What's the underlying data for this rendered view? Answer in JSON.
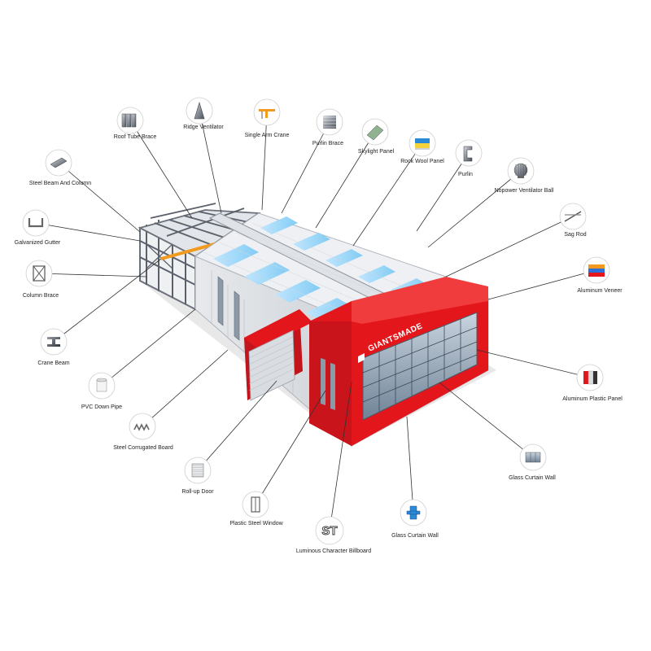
{
  "brand": {
    "sign_text": "GIANTSMADE",
    "accent_color": "#e3161b"
  },
  "components": [
    {
      "id": "roof-tube-brace",
      "label": "Roof Tube Brace",
      "icon": "steel-tube-icon"
    },
    {
      "id": "ridge-ventilator",
      "label": "Ridge Ventilator",
      "icon": "ridge-vent-icon"
    },
    {
      "id": "single-arm-crane",
      "label": "Single Arm Crane",
      "icon": "crane-icon"
    },
    {
      "id": "purlin-brace",
      "label": "Purlin Brace",
      "icon": "purlin-brace-icon"
    },
    {
      "id": "skylight-panel",
      "label": "Skylight Panel",
      "icon": "skylight-panel-icon"
    },
    {
      "id": "rock-wool-panel",
      "label": "Rock Wool Panel",
      "icon": "rock-wool-panel-icon"
    },
    {
      "id": "purlin",
      "label": "Purlin",
      "icon": "purlin-icon"
    },
    {
      "id": "nopower-ventilator-ball",
      "label": "Nopower Ventilator Ball",
      "icon": "ventilator-ball-icon"
    },
    {
      "id": "sag-rod",
      "label": "Sag Rod",
      "icon": "sag-rod-icon"
    },
    {
      "id": "aluminum-veneer",
      "label": "Aluminum Veneer",
      "icon": "aluminum-veneer-icon"
    },
    {
      "id": "aluminum-plastic-panel",
      "label": "Aluminum Plastic Panel",
      "icon": "aluminum-plastic-panel-icon"
    },
    {
      "id": "glass-curtain-wall-1",
      "label": "Glass Curtain Wall",
      "icon": "glass-curtain-wall-icon"
    },
    {
      "id": "glass-curtain-wall-2",
      "label": "Glass Curtain Wall",
      "icon": "curtain-wall-profile-icon"
    },
    {
      "id": "luminous-character-billboard",
      "label": "Luminous Character Billboard",
      "icon": "character-billboard-icon"
    },
    {
      "id": "plastic-steel-window",
      "label": "Plastic Steel Window",
      "icon": "window-frame-icon"
    },
    {
      "id": "roll-up-door",
      "label": "Roll-up Door",
      "icon": "roll-up-door-icon"
    },
    {
      "id": "steel-corrugated-board",
      "label": "Steel Corrugated Board",
      "icon": "corrugated-board-icon"
    },
    {
      "id": "pvc-down-pipe",
      "label": "PVC Down Pipe",
      "icon": "pipe-icon"
    },
    {
      "id": "crane-beam",
      "label": "Crane Beam",
      "icon": "crane-beam-icon"
    },
    {
      "id": "column-brace",
      "label": "Column Brace",
      "icon": "column-brace-icon"
    },
    {
      "id": "galvanized-gutter",
      "label": "Galvanized Gutter",
      "icon": "gutter-icon"
    },
    {
      "id": "steel-beam-and-column",
      "label": "Steel Beam And Column",
      "icon": "steel-beam-icon"
    }
  ]
}
